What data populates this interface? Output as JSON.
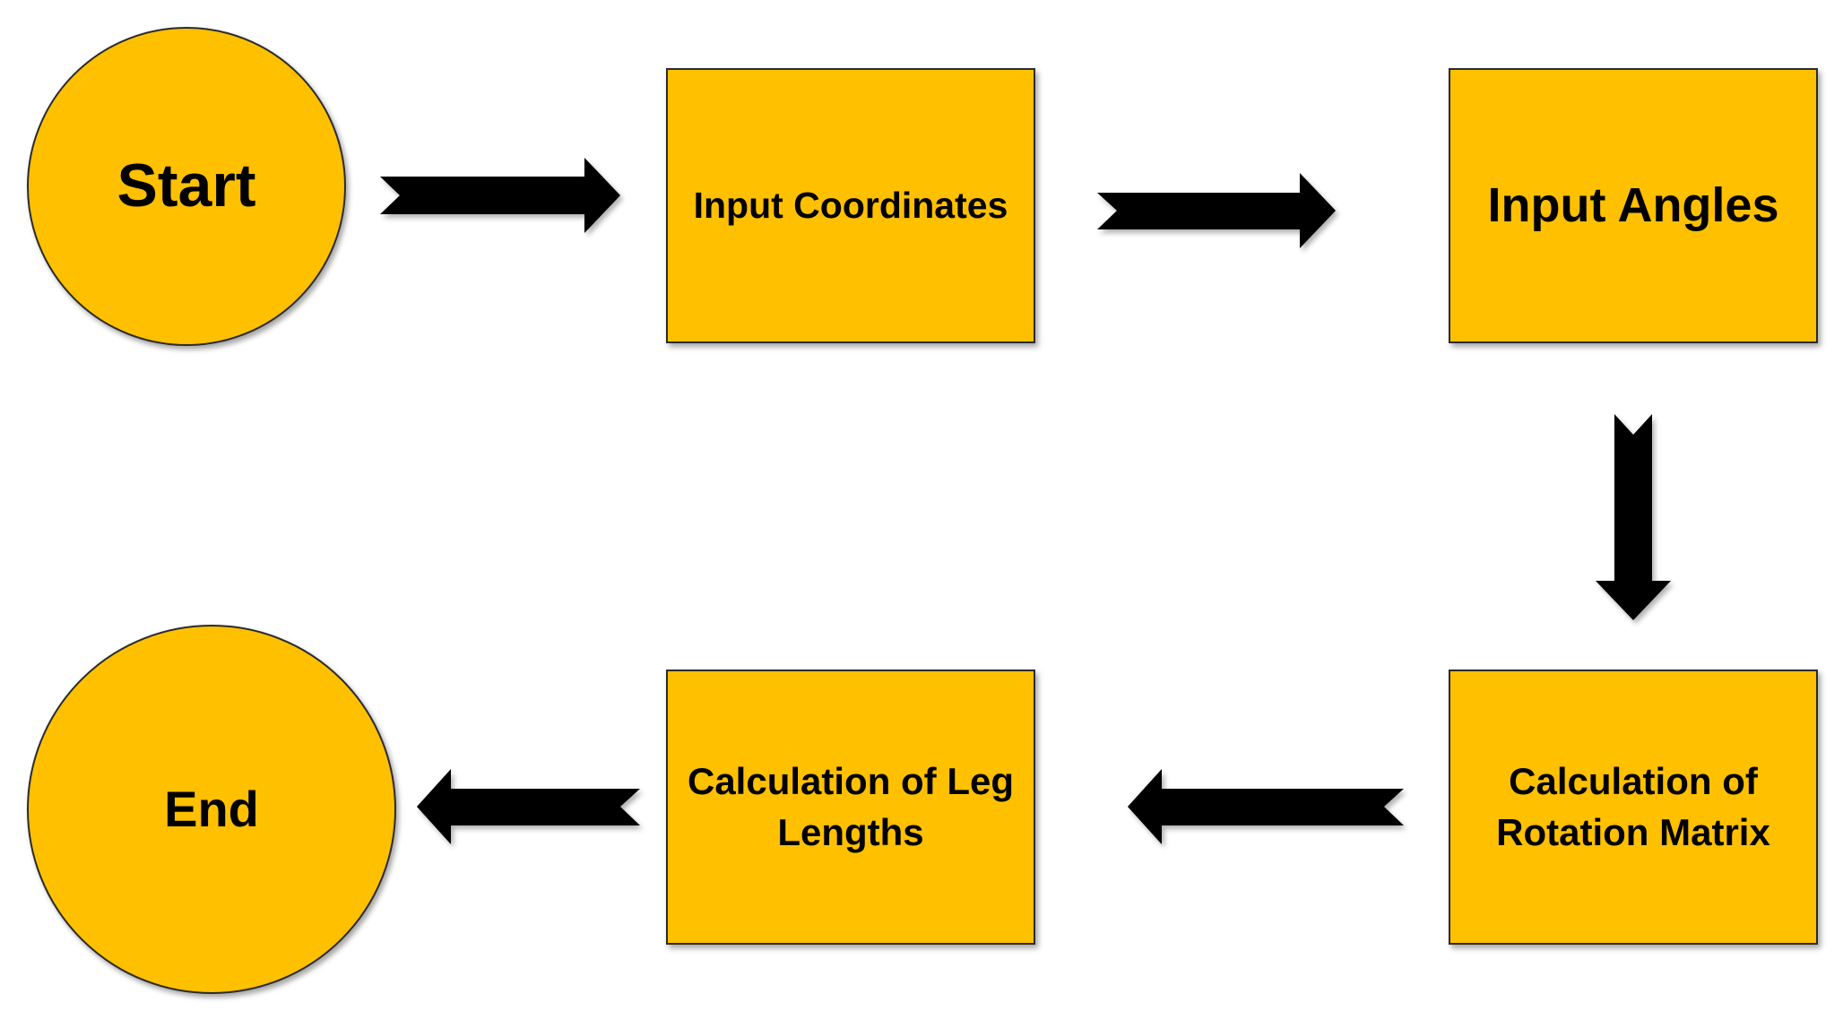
{
  "flowchart": {
    "start": {
      "label": "Start"
    },
    "input_coordinates": {
      "label": "Input Coordinates"
    },
    "input_angles": {
      "label": "Input Angles"
    },
    "rotation_matrix": {
      "label": "Calculation of Rotation Matrix"
    },
    "leg_lengths": {
      "label": "Calculation of Leg Lengths"
    },
    "end": {
      "label": "End"
    }
  },
  "colors": {
    "node_fill": "#FFC000",
    "node_border": "#2b2b2b",
    "arrow": "#000000"
  }
}
